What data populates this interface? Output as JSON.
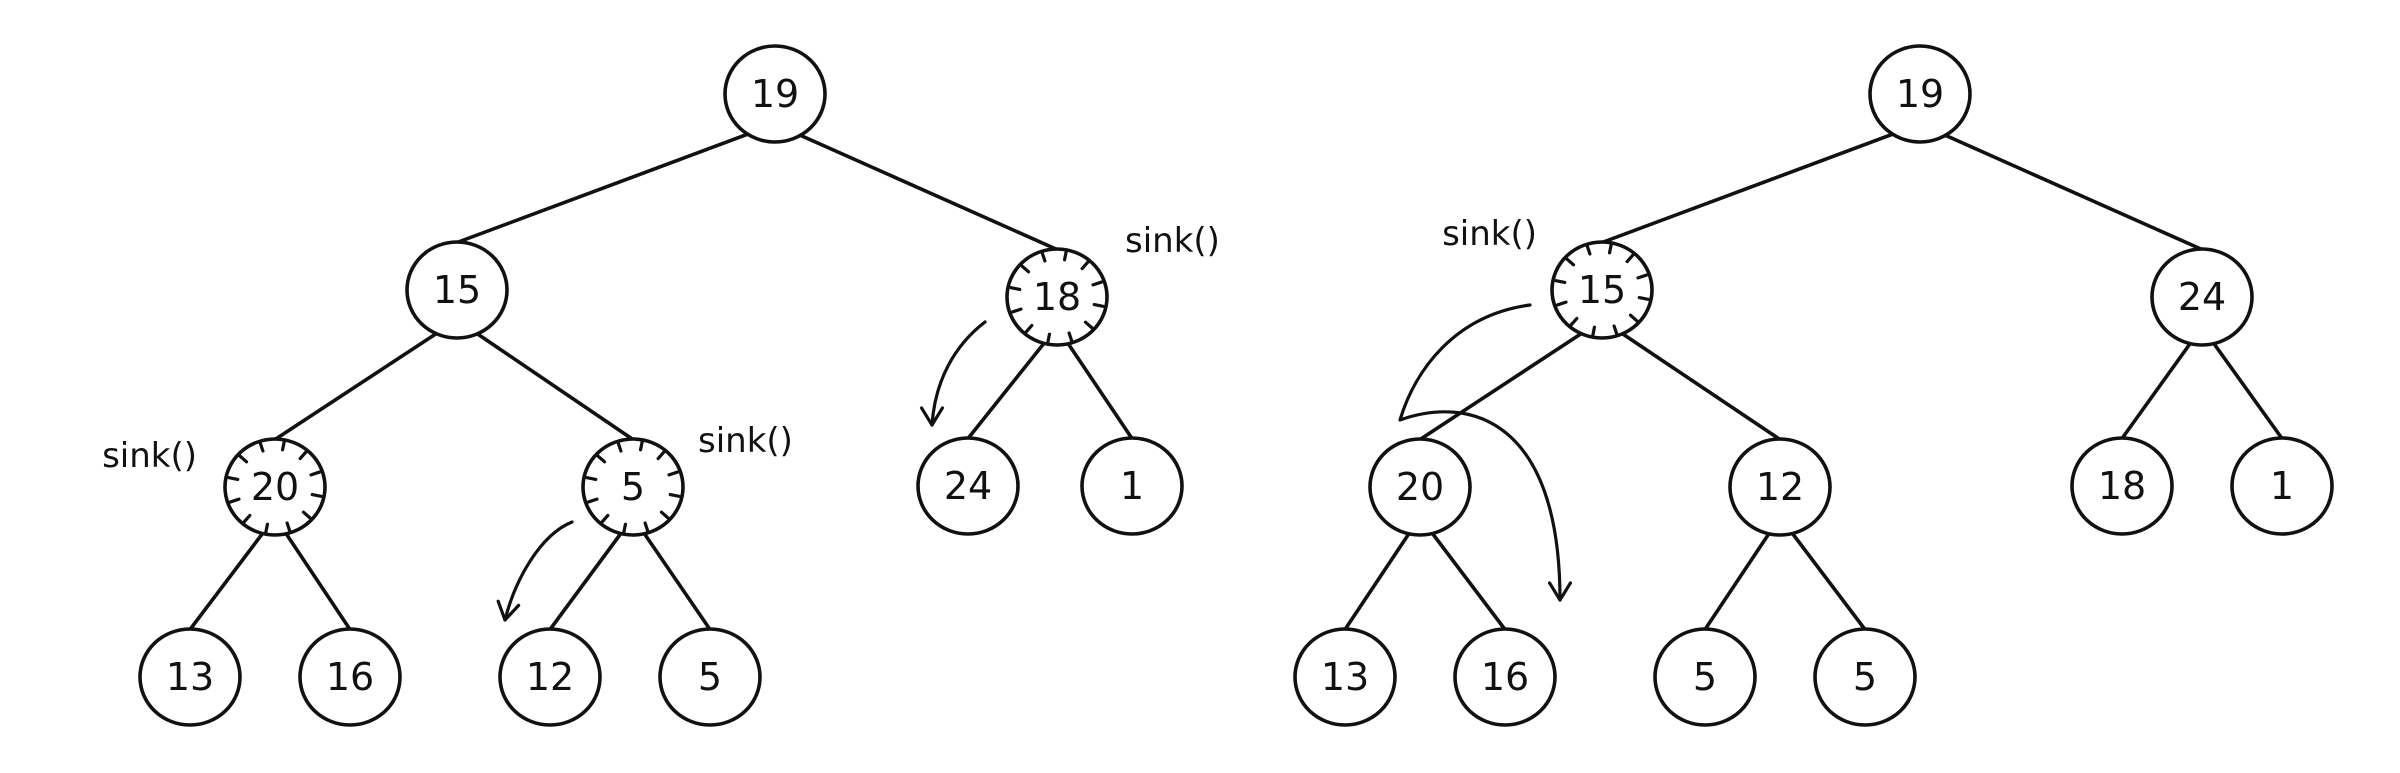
{
  "trees": [
    {
      "id": "left-tree",
      "nodes": [
        {
          "id": "L1",
          "label": "19"
        },
        {
          "id": "L2",
          "label": "15"
        },
        {
          "id": "L3",
          "label": "18",
          "sink": true
        },
        {
          "id": "L4",
          "label": "20",
          "sink": true
        },
        {
          "id": "L5",
          "label": "5",
          "sink": true
        },
        {
          "id": "L6",
          "label": "24"
        },
        {
          "id": "L7",
          "label": "1"
        },
        {
          "id": "L8",
          "label": "13"
        },
        {
          "id": "L9",
          "label": "16"
        },
        {
          "id": "L10",
          "label": "12"
        },
        {
          "id": "L11",
          "label": "5"
        }
      ],
      "edges": [
        [
          "L1",
          "L2"
        ],
        [
          "L1",
          "L3"
        ],
        [
          "L2",
          "L4"
        ],
        [
          "L2",
          "L5"
        ],
        [
          "L3",
          "L6"
        ],
        [
          "L3",
          "L7"
        ],
        [
          "L4",
          "L8"
        ],
        [
          "L4",
          "L9"
        ],
        [
          "L5",
          "L10"
        ],
        [
          "L5",
          "L11"
        ]
      ],
      "annotations": [
        {
          "node": "L3",
          "text": "sink()"
        },
        {
          "node": "L4",
          "text": "sink()"
        },
        {
          "node": "L5",
          "text": "sink()"
        }
      ]
    },
    {
      "id": "right-tree",
      "nodes": [
        {
          "id": "R1",
          "label": "19"
        },
        {
          "id": "R2",
          "label": "15",
          "sink": true
        },
        {
          "id": "R3",
          "label": "24"
        },
        {
          "id": "R4",
          "label": "20"
        },
        {
          "id": "R5",
          "label": "12"
        },
        {
          "id": "R6",
          "label": "18"
        },
        {
          "id": "R7",
          "label": "1"
        },
        {
          "id": "R8",
          "label": "13"
        },
        {
          "id": "R9",
          "label": "16"
        },
        {
          "id": "R10",
          "label": "5"
        },
        {
          "id": "R11",
          "label": "5"
        }
      ],
      "edges": [
        [
          "R1",
          "R2"
        ],
        [
          "R1",
          "R3"
        ],
        [
          "R2",
          "R4"
        ],
        [
          "R2",
          "R5"
        ],
        [
          "R3",
          "R6"
        ],
        [
          "R3",
          "R7"
        ],
        [
          "R4",
          "R8"
        ],
        [
          "R4",
          "R9"
        ],
        [
          "R5",
          "R10"
        ],
        [
          "R5",
          "R11"
        ]
      ],
      "annotations": [
        {
          "node": "R2",
          "text": "sink()"
        }
      ]
    }
  ]
}
